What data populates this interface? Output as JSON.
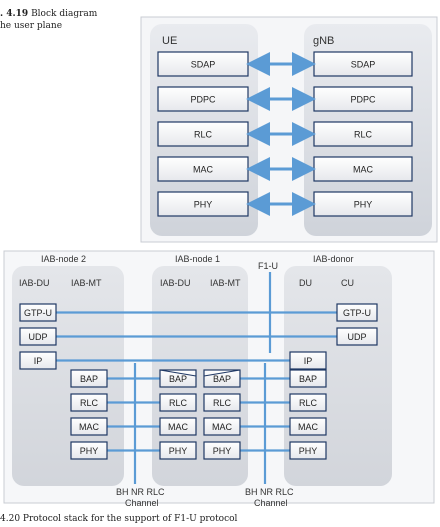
{
  "fig419": {
    "caption_number": ". 4.19",
    "caption_line1": "Block diagram",
    "caption_line2": "he user plane",
    "ue_label": "UE",
    "gnb_label": "gNB",
    "layers": [
      "SDAP",
      "PDPC",
      "RLC",
      "MAC",
      "PHY"
    ]
  },
  "fig420": {
    "node_titles": [
      "IAB-node 2",
      "IAB-node 1",
      "IAB-donor"
    ],
    "f1u_label": "F1-U",
    "iab_du": "IAB-DU",
    "iab_mt": "IAB-MT",
    "du": "DU",
    "cu": "CU",
    "upper_layers": [
      "GTP-U",
      "UDP",
      "IP"
    ],
    "lower_layers": [
      "BAP",
      "RLC",
      "MAC",
      "PHY"
    ],
    "channel_label_line1": "BH NR RLC",
    "channel_label_line2": "Channel",
    "caption_partial": "4.20  Protocol stack for the support of F1-U protocol"
  },
  "colors": {
    "arrow": "#5b9bd5",
    "box_border": "#1f3864",
    "panel": "#dcdfe6"
  }
}
